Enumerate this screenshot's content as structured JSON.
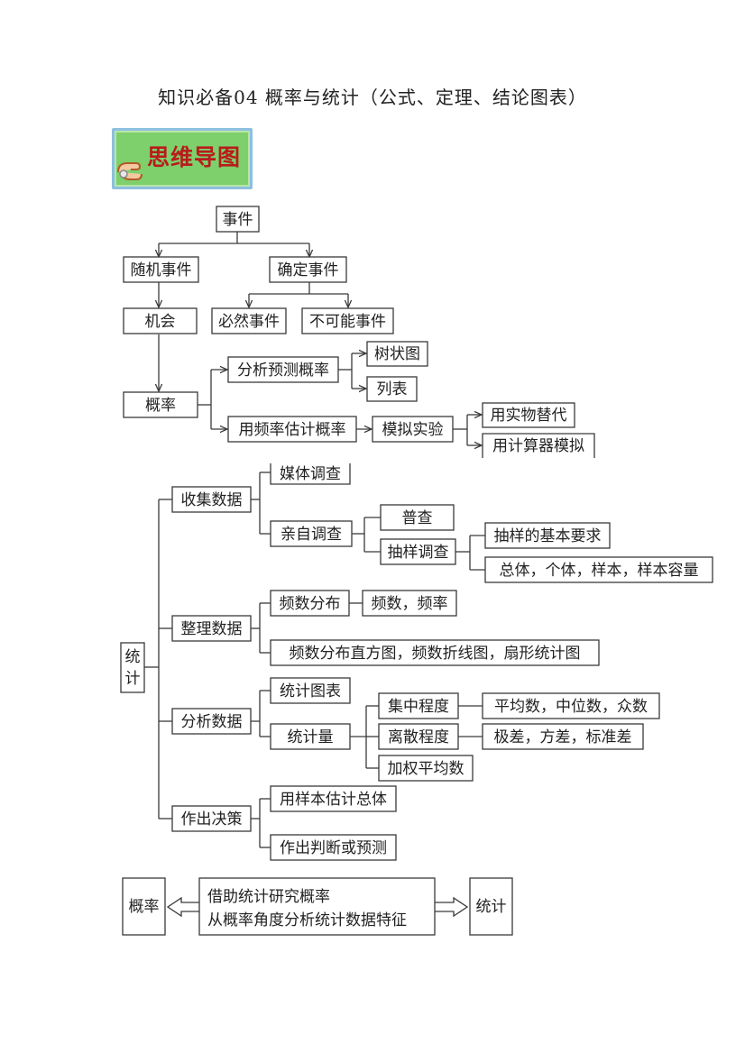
{
  "document": {
    "title": "知识必备04 概率与统计（公式、定理、结论图表）",
    "badge_label": "思维导图",
    "badge_icon": "pointing-hand-icon"
  },
  "probability": {
    "event": "事件",
    "random_event": "随机事件",
    "certain_event": "确定事件",
    "chance": "机会",
    "inevitable_event": "必然事件",
    "impossible_event": "不可能事件",
    "probability": "概率",
    "analyze_predict": "分析预测概率",
    "tree_diagram": "树状图",
    "list_table": "列表",
    "freq_estimate": "用频率估计概率",
    "simulation": "模拟实验",
    "physical_substitute": "用实物替代",
    "computer_simulation": "用计算器模拟"
  },
  "statistics": {
    "root_line1": "统",
    "root_line2": "计",
    "collect": "收集数据",
    "media_survey": "媒体调查",
    "personal_survey": "亲自调查",
    "census": "普查",
    "sampling_survey": "抽样调查",
    "sampling_requirements": "抽样的基本要求",
    "population_terms": "总体，个体，样本，样本容量",
    "organize": "整理数据",
    "freq_distribution": "频数分布",
    "freq_and_rate": "频数，频率",
    "charts": "频数分布直方图，频数折线图，扇形统计图",
    "analyze": "分析数据",
    "stat_charts": "统计图表",
    "statistic": "统计量",
    "central_tendency": "集中程度",
    "central_measures": "平均数，中位数，众数",
    "dispersion": "离散程度",
    "dispersion_measures": "极差，方差，标准差",
    "weighted_mean": "加权平均数",
    "decide": "作出决策",
    "estimate_population": "用样本估计总体",
    "judge_predict": "作出判断或预测"
  },
  "relation": {
    "left": "概率",
    "middle_line1": "借助统计研究概率",
    "middle_line2": "从概率角度分析统计数据特征",
    "right": "统计"
  }
}
